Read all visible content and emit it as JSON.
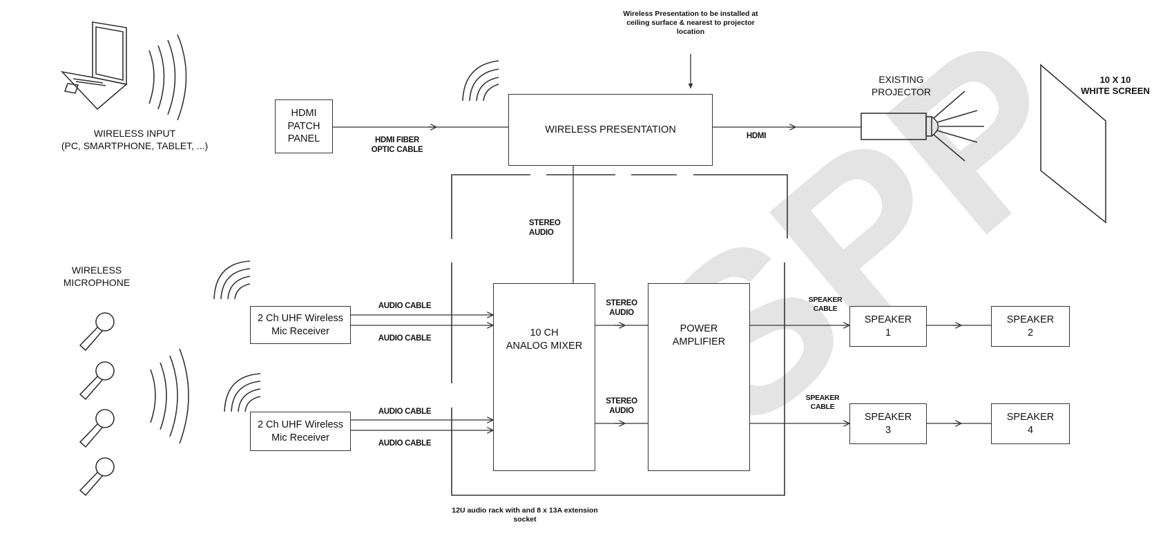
{
  "wireless_input": {
    "line1": "WIRELESS INPUT",
    "line2": "(PC, SMARTPHONE, TABLET, ...)"
  },
  "hdmi_patch": {
    "line1": "HDMI",
    "line2": "PATCH",
    "line3": "PANEL"
  },
  "cable_hdmi_fiber": {
    "line1": "HDMI FIBER",
    "line2": "OPTIC CABLE"
  },
  "wireless_presentation": {
    "label": "WIRELESS PRESENTATION"
  },
  "install_note": {
    "line1": "Wireless Presentation to be installed at",
    "line2": "ceiling surface & nearest to projector",
    "line3": "location"
  },
  "cable_hdmi": {
    "label": "HDMI"
  },
  "projector": {
    "line1": "EXISTING",
    "line2": "PROJECTOR"
  },
  "screen": {
    "line1": "10 X 10",
    "line2": "WHITE SCREEN"
  },
  "stereo_audio_top": {
    "line1": "STEREO",
    "line2": "AUDIO"
  },
  "wireless_microphone": {
    "line1": "WIRELESS",
    "line2": "MICROPHONE"
  },
  "receiver1": {
    "line1": "2 Ch UHF Wireless",
    "line2": "Mic Receiver"
  },
  "receiver2": {
    "line1": "2 Ch UHF Wireless",
    "line2": "Mic Receiver"
  },
  "audio_cable": "AUDIO CABLE",
  "mixer": {
    "line1": "10 CH",
    "line2": "ANALOG MIXER"
  },
  "amp": {
    "line1": "POWER",
    "line2": "AMPLIFIER"
  },
  "stereo_audio_1": {
    "line1": "STEREO",
    "line2": "AUDIO"
  },
  "stereo_audio_2": {
    "line1": "STEREO",
    "line2": "AUDIO"
  },
  "speaker_cable_1": {
    "line1": "SPEAKER",
    "line2": "CABLE"
  },
  "speaker_cable_2": {
    "line1": "SPEAKER",
    "line2": "CABLE"
  },
  "speakers": [
    {
      "line1": "SPEAKER",
      "line2": "1"
    },
    {
      "line1": "SPEAKER",
      "line2": "2"
    },
    {
      "line1": "SPEAKER",
      "line2": "3"
    },
    {
      "line1": "SPEAKER",
      "line2": "4"
    }
  ],
  "rack_note": {
    "line1": "12U audio rack with and 8 x 13A extension",
    "line2": "socket"
  },
  "watermark": "SPP",
  "colors": {
    "line": "#333333",
    "watermark": "#e6e6e6"
  }
}
